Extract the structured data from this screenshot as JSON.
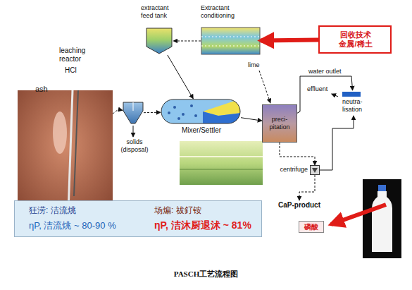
{
  "diagram": {
    "caption": "PASCH工艺流程图",
    "nodes": [
      {
        "text": [
          "extractant feed tank"
        ]
      },
      {
        "text": [
          "Extractant conditioning"
        ]
      },
      {
        "text": [
          "回收技术 金属/稀土"
        ]
      },
      {
        "text": [
          "leaching reactor",
          "HCl"
        ]
      },
      {
        "text": [
          "solids (disposal)"
        ]
      },
      {
        "text": [
          "Mixer/Settler"
        ]
      },
      {
        "text": [
          "preci- pitation"
        ]
      },
      {
        "text": [
          "neutra- lisation"
        ]
      },
      {
        "text": [
          "effluent"
        ]
      },
      {
        "text": [
          "centrifuge"
        ]
      },
      {
        "text": [
          "CaP-product"
        ]
      },
      {
        "text": [
          "磷酸"
        ]
      },
      {
        "text": [
          "狂涝: 洁流烑",
          "ηP, 洁流烑 ~ 80-90 %",
          "场煸: 祓釕铵",
          "ηP, 洁沐厨退沭 ~ 81%"
        ]
      }
    ],
    "edges": [
      {
        "from": 1,
        "to": 0,
        "arrow": "to"
      },
      {
        "from": 2,
        "to": 1,
        "arrow": "to"
      },
      {
        "from": 0,
        "to": 5,
        "arrow": "to"
      },
      {
        "from": 3,
        "to": 4,
        "arrow": "to"
      },
      {
        "from": 4,
        "to": 5,
        "arrow": "to"
      },
      {
        "from": 5,
        "to": 6,
        "arrow": "to"
      },
      {
        "from": 6,
        "to": 7,
        "label": "water outlet",
        "arrow": "to"
      },
      {
        "from": 7,
        "to": 8,
        "arrow": "to"
      },
      {
        "from": 6,
        "to": 9,
        "arrow": "to"
      },
      {
        "from": 9,
        "to": 7,
        "arrow": "to"
      },
      {
        "from": 9,
        "to": 10,
        "arrow": "to"
      }
    ],
    "labels": [
      "ash",
      "lime"
    ]
  }
}
